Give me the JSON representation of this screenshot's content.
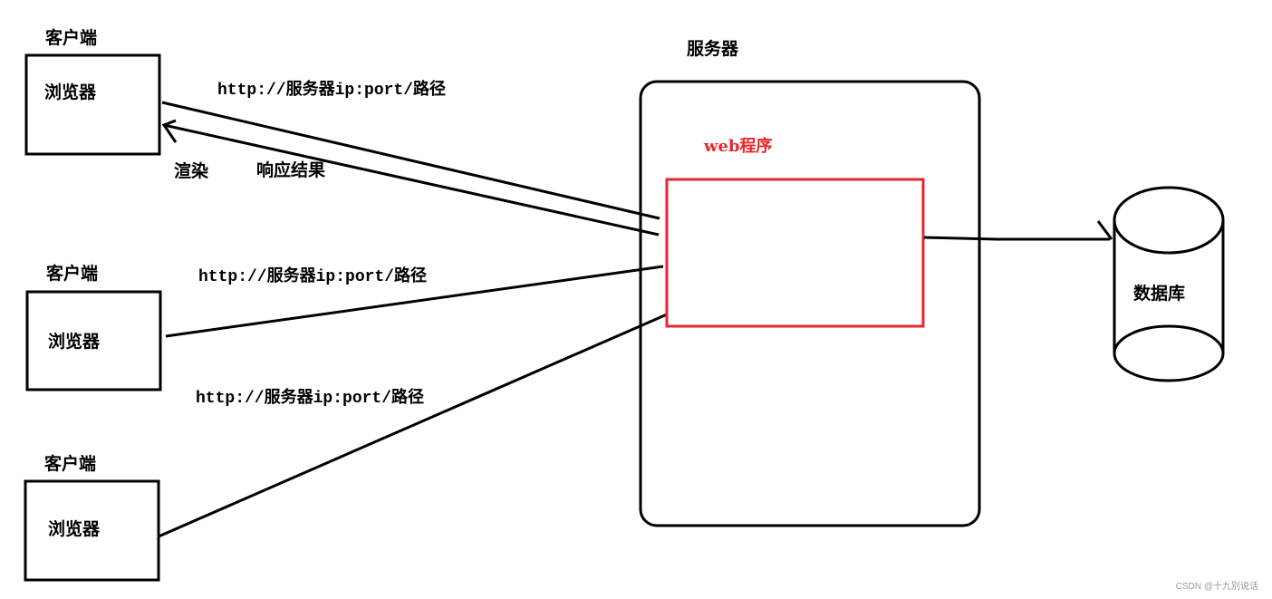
{
  "clients": [
    {
      "label": "客户端",
      "browser": "浏览器",
      "url": "http://服务器ip:port/路径"
    },
    {
      "label": "客户端",
      "browser": "浏览器",
      "url": "http://服务器ip:port/路径"
    },
    {
      "label": "客户端",
      "browser": "浏览器",
      "url": "http://服务器ip:port/路径"
    }
  ],
  "response": {
    "render_label": "渲染",
    "result_label": "响应结果"
  },
  "server": {
    "label": "服务器",
    "program_label": "web程序"
  },
  "database": {
    "label": "数据库"
  },
  "colors": {
    "line": "#000000",
    "program_border": "#e8262d"
  },
  "watermark": "CSDN @十九别说话"
}
